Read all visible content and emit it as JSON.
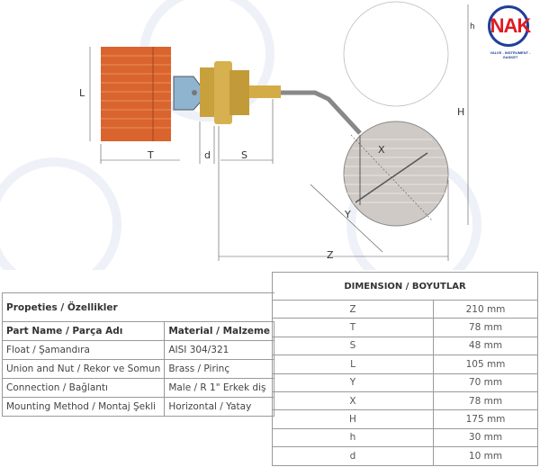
{
  "logo": {
    "text": "NAK",
    "subtitle": "VALVE - INSTRUMENT - GASKET"
  },
  "drawing": {
    "labels": {
      "L": "L",
      "T": "T",
      "d": "d",
      "S": "S",
      "Z": "Z",
      "X": "X",
      "Y": "Y",
      "H": "H",
      "h": "h"
    }
  },
  "properties": {
    "title": "Propeties / Özellikler",
    "headers": [
      "Part Name / Parça Adı",
      "Material / Malzeme"
    ],
    "rows": [
      [
        "Float / Şamandıra",
        "AISI 304/321"
      ],
      [
        "Union and Nut / Rekor ve Somun",
        "Brass / Pirinç"
      ],
      [
        "Connection / Bağlantı",
        "Male / R 1\" Erkek diş"
      ],
      [
        "Mounting Method / Montaj Şekli",
        "Horizontal / Yatay"
      ]
    ]
  },
  "dimensions": {
    "title": "DIMENSION / BOYUTLAR",
    "rows": [
      [
        "Z",
        "210 mm"
      ],
      [
        "T",
        "78 mm"
      ],
      [
        "S",
        "48 mm"
      ],
      [
        "L",
        "105 mm"
      ],
      [
        "Y",
        "70 mm"
      ],
      [
        "X",
        "78 mm"
      ],
      [
        "H",
        "175 mm"
      ],
      [
        "h",
        "30 mm"
      ],
      [
        "d",
        "10 mm"
      ]
    ]
  }
}
